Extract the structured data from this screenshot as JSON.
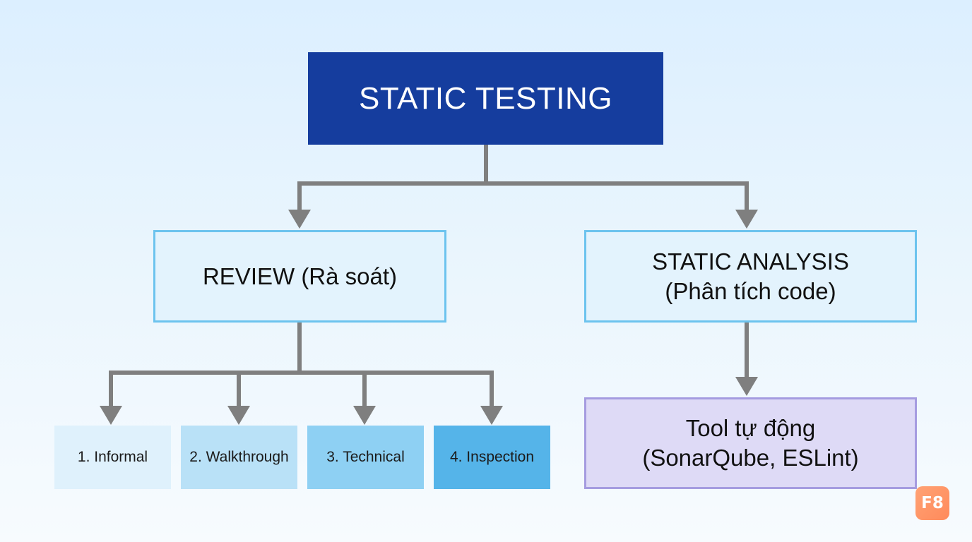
{
  "diagram": {
    "root": "STATIC TESTING",
    "review": {
      "label": "REVIEW (Rà soát)",
      "children": [
        "1. Informal",
        "2. Walkthrough",
        "3. Technical",
        "4. Inspection"
      ]
    },
    "analysis": {
      "line1": "STATIC ANALYSIS",
      "line2": "(Phân tích code)",
      "child_line1": "Tool tự động",
      "child_line2": "(SonarQube, ESLint)"
    }
  },
  "badge": "F8",
  "colors": {
    "root_fill": "#153d9e",
    "branch_fill": "#e3f3fd",
    "branch_border": "#6cc3ee",
    "tool_fill": "#dedaf6",
    "tool_border": "#a59ce0",
    "connector": "#7f7f7f",
    "leaf_fills": [
      "#dff1fc",
      "#b9e1f7",
      "#8ed0f3",
      "#55b4e9"
    ],
    "badge": "#ff9566"
  }
}
